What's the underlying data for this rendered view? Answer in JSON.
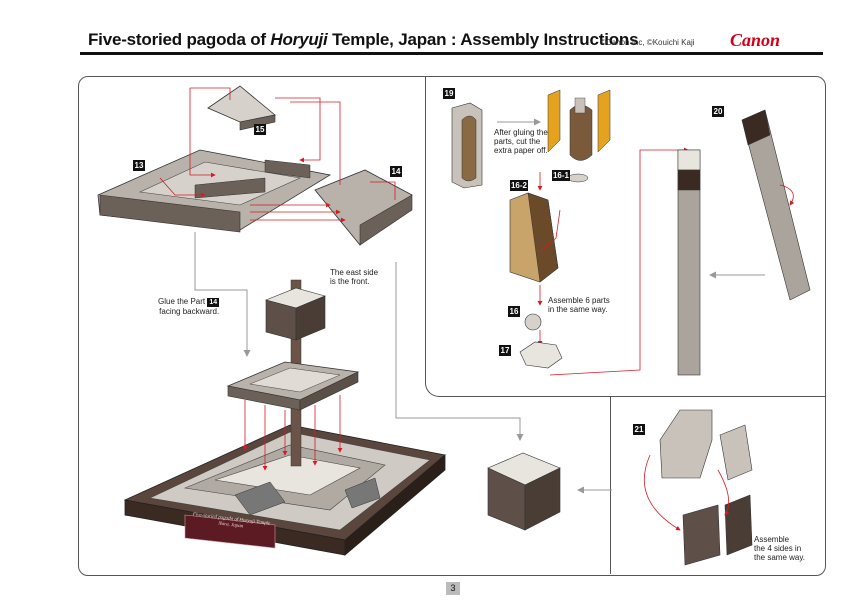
{
  "header": {
    "title_prefix": "Five-storied pagoda of ",
    "title_italic": "Horyuji",
    "title_suffix": " Temple, Japan : Assembly Instructions",
    "copyright": "©Canon Inc, ©Kouichi Kaji",
    "brand": "Canon"
  },
  "steps": {
    "s13": "13",
    "s14": "14",
    "s15": "15",
    "s16": "16",
    "s16_1": "16-1",
    "s16_2": "16-2",
    "s17": "17",
    "s19": "19",
    "s20": "20",
    "s21": "21"
  },
  "notes": {
    "glue_part_a": "Glue the Part",
    "glue_part_badge": "14",
    "glue_part_b": "facing backward.",
    "east_side_a": "The east side",
    "east_side_b": "is the front.",
    "after_gluing_a": "After gluing the",
    "after_gluing_b": "parts, cut the",
    "after_gluing_c": "extra paper off.",
    "assemble6_a": "Assemble 6 parts",
    "assemble6_b": "in the same way.",
    "assemble4_a": "Assemble",
    "assemble4_b": "the 4 sides in",
    "assemble4_c": "the same way."
  },
  "base_label_a": "Five-storied pagoda of Horyuji Temple",
  "base_label_b": "Nara, Japan",
  "footer": {
    "page": "3"
  },
  "colors": {
    "brand": "#d4001a",
    "arrow_red": "#d41c24",
    "wall": "#6b6159",
    "base_dark": "#3a2a22",
    "roof_light": "#e8e4de"
  }
}
